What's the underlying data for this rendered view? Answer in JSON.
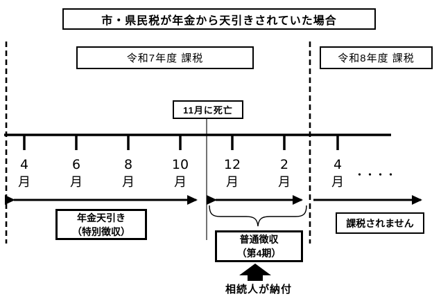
{
  "title": "市・県民税が年金から天引きされていた場合",
  "periods": {
    "r7": "令和7年度 課税",
    "r8": "令和8年度 課税"
  },
  "death_note": "11月に死亡",
  "timeline": {
    "months": [
      {
        "num": "4",
        "suffix": "月"
      },
      {
        "num": "6",
        "suffix": "月"
      },
      {
        "num": "8",
        "suffix": "月"
      },
      {
        "num": "10",
        "suffix": "月"
      },
      {
        "num": "12",
        "suffix": "月"
      },
      {
        "num": "2",
        "suffix": "月"
      },
      {
        "num": "4",
        "suffix": "月"
      }
    ],
    "ellipsis": "・・・・"
  },
  "segments": {
    "pension_line1": "年金天引き",
    "pension_line2": "（特別徴収）",
    "ordinary_line1": "普通徴収",
    "ordinary_line2": "（第4期）",
    "notax": "課税されません"
  },
  "footnote": "相続人が納付",
  "colors": {
    "ink": "#000000",
    "background": "#ffffff"
  }
}
